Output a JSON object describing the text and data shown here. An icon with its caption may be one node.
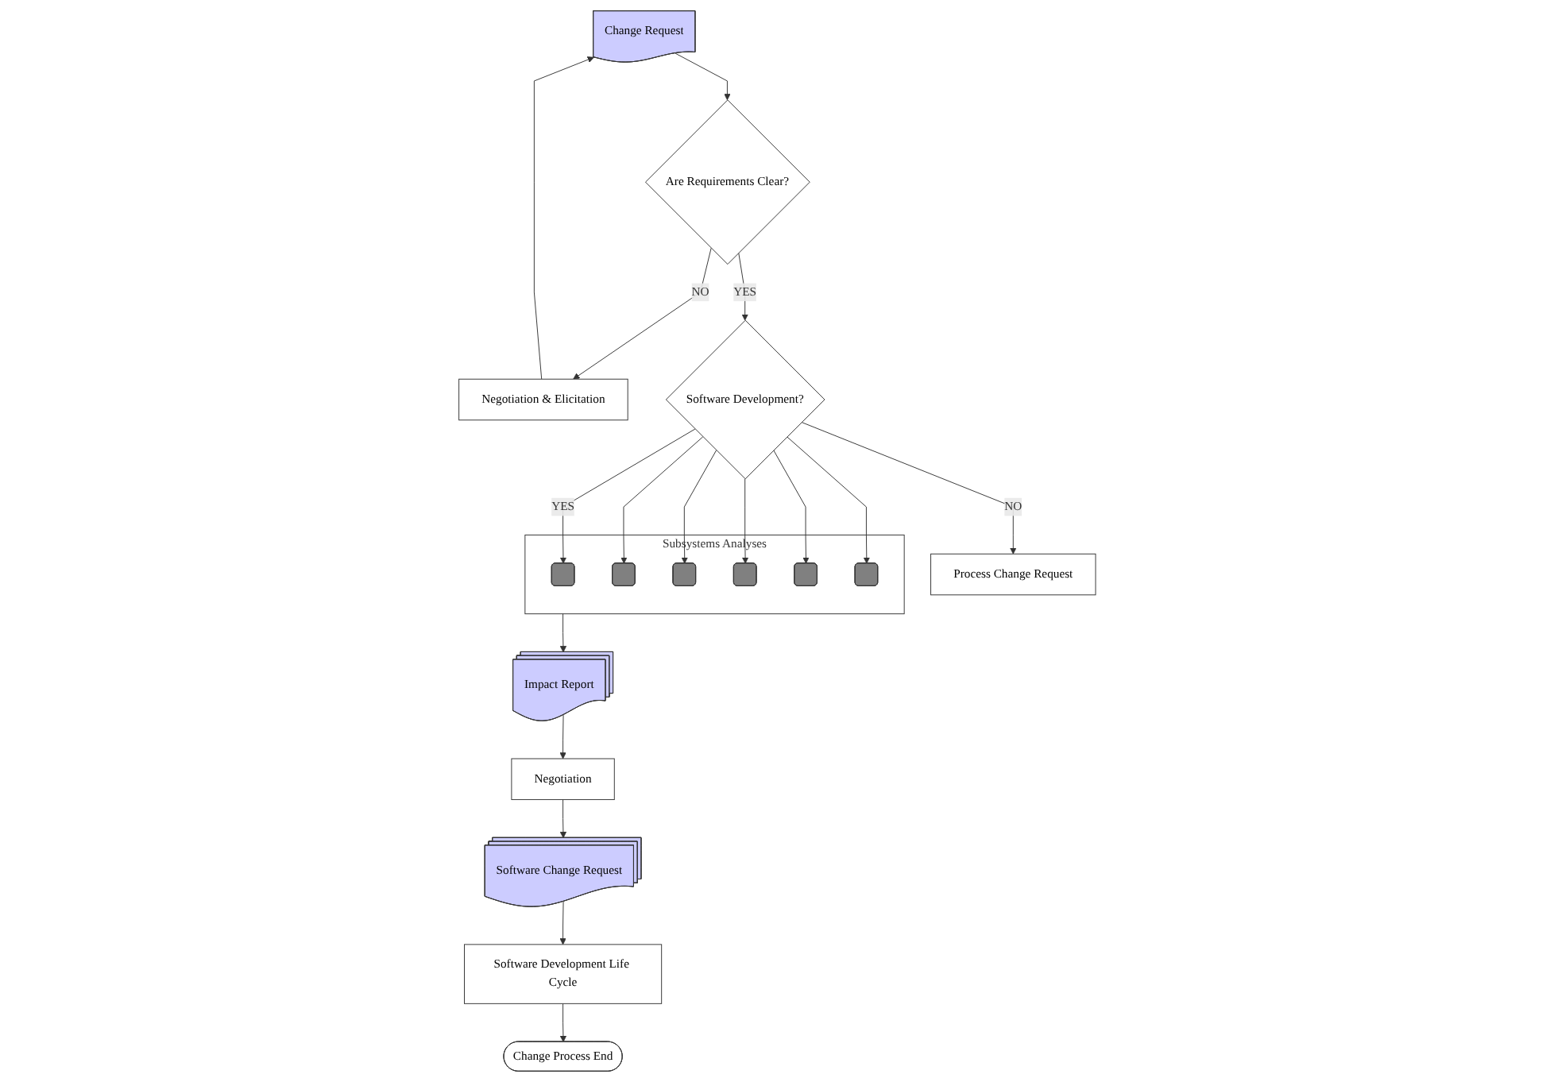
{
  "diagram": {
    "nodes": [
      {
        "text": [
          "Change Request"
        ]
      },
      {
        "text": [
          "Negotiation & Elicitation"
        ]
      },
      {
        "text": [
          "Are Requirements Clear?"
        ]
      },
      {
        "text": [
          "Software Development?"
        ]
      },
      {
        "text": [
          "Process Change Request"
        ]
      },
      {
        "text": [
          "Subsystems Analyses"
        ]
      },
      {
        "text": [],
        "shape": "box",
        "in": 5
      },
      {
        "text": [],
        "shape": "box",
        "in": 5
      },
      {
        "text": [],
        "shape": "box",
        "in": 5
      },
      {
        "text": [],
        "shape": "box",
        "in": 5
      },
      {
        "text": [],
        "shape": "box",
        "in": 5
      },
      {
        "text": [],
        "shape": "box",
        "in": 5
      },
      {
        "text": [
          "Impact Report"
        ]
      },
      {
        "text": [
          "Negotiation"
        ]
      },
      {
        "text": [
          "Software Change Request"
        ]
      },
      {
        "text": [
          "Software Development Life Cycle"
        ]
      },
      {
        "text": [
          "Change Process End"
        ]
      }
    ],
    "edges": [
      {
        "from": 1,
        "to": 0,
        "arrow": "to"
      },
      {
        "from": 0,
        "to": 2,
        "arrow": "to"
      },
      {
        "from": 2,
        "to": 1,
        "arrow": "to",
        "label": "NO"
      },
      {
        "from": 2,
        "to": 3,
        "arrow": "to",
        "label": "YES"
      },
      {
        "from": 3,
        "to": 4,
        "arrow": "to",
        "label": "NO"
      },
      {
        "from": 3,
        "to": 6,
        "arrow": "to",
        "label": "YES"
      },
      {
        "from": 3,
        "to": 7,
        "arrow": "to"
      },
      {
        "from": 3,
        "to": 8,
        "arrow": "to"
      },
      {
        "from": 3,
        "to": 9,
        "arrow": "to"
      },
      {
        "from": 3,
        "to": 10,
        "arrow": "to"
      },
      {
        "from": 3,
        "to": 11,
        "arrow": "to"
      },
      {
        "from": 5,
        "to": 12,
        "arrow": "to"
      },
      {
        "from": 12,
        "to": 13,
        "arrow": "to"
      },
      {
        "from": 13,
        "to": 14,
        "arrow": "to"
      },
      {
        "from": 14,
        "to": 15,
        "arrow": "to"
      },
      {
        "from": 15,
        "to": 16,
        "arrow": "to"
      }
    ]
  }
}
